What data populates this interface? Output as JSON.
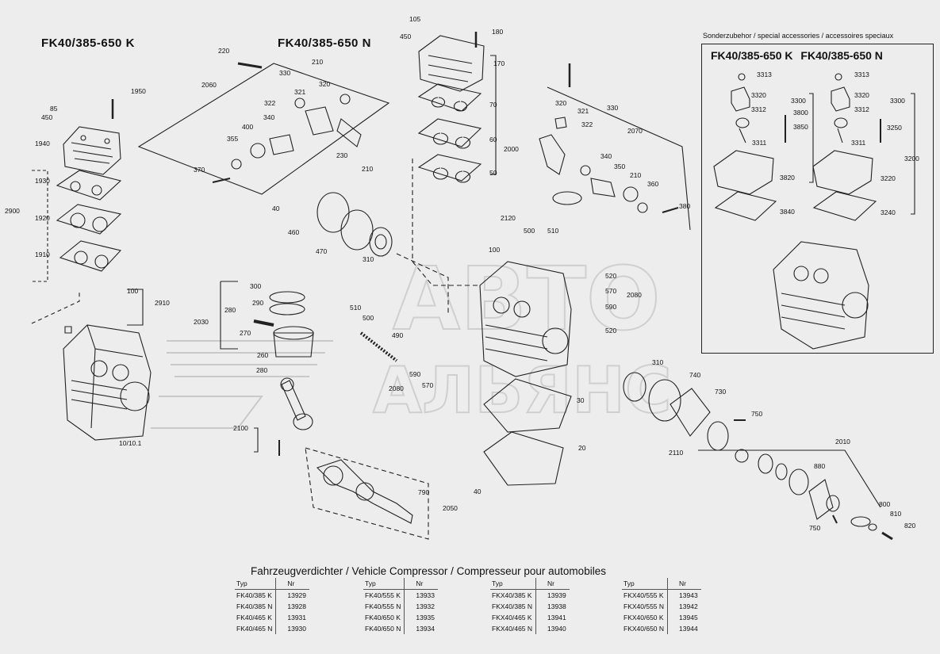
{
  "headings": {
    "left_model": "FK40/385-650 K",
    "center_model": "FK40/385-650 N"
  },
  "accessories": {
    "header": "Sonderzubehor / special accessories / accessoires speciaux",
    "model_k": "FK40/385-650 K",
    "model_n": "FK40/385-650 N"
  },
  "watermark": {
    "line1": "АВТО",
    "line2": "АЛЬЯНС"
  },
  "part_numbers": [
    "105",
    "450",
    "180",
    "220",
    "210",
    "170",
    "2060",
    "330",
    "320",
    "322",
    "321",
    "70",
    "1950",
    "85",
    "450",
    "340",
    "400",
    "355",
    "60",
    "2000",
    "1940",
    "230",
    "210",
    "50",
    "370",
    "1930",
    "40",
    "460",
    "470",
    "310",
    "2900",
    "1920",
    "1910",
    "2120",
    "500",
    "510",
    "100",
    "300",
    "290",
    "280",
    "2030",
    "270",
    "260",
    "280",
    "510",
    "500",
    "490",
    "100",
    "2910",
    "10/10.1",
    "590",
    "570",
    "2080",
    "2100",
    "30",
    "20",
    "40",
    "790",
    "2050",
    "320",
    "321",
    "330",
    "322",
    "2070",
    "340",
    "350",
    "210",
    "360",
    "380",
    "520",
    "570",
    "590",
    "2080",
    "520",
    "310",
    "740",
    "730",
    "750",
    "2110",
    "2010",
    "880",
    "800",
    "810",
    "820",
    "750",
    "3313",
    "3320",
    "3300",
    "3312",
    "3800",
    "3850",
    "3311",
    "3820",
    "3840",
    "3313",
    "3320",
    "3300",
    "3312",
    "3250",
    "3311",
    "3220",
    "3200",
    "3240"
  ],
  "vehicle_table": {
    "title": "Fahrzeugverdichter / Vehicle Compressor / Compresseur pour automobiles",
    "typ_header": "Typ",
    "nr_header": "Nr",
    "groups": [
      {
        "rows": [
          [
            "FK40/385 K",
            "13929"
          ],
          [
            "FK40/385 N",
            "13928"
          ],
          [
            "FK40/465 K",
            "13931"
          ],
          [
            "FK40/465 N",
            "13930"
          ]
        ]
      },
      {
        "rows": [
          [
            "FK40/555 K",
            "13933"
          ],
          [
            "FK40/555 N",
            "13932"
          ],
          [
            "FK40/650 K",
            "13935"
          ],
          [
            "FK40/650 N",
            "13934"
          ]
        ]
      },
      {
        "rows": [
          [
            "FKX40/385 K",
            "13939"
          ],
          [
            "FKX40/385 N",
            "13938"
          ],
          [
            "FKX40/465 K",
            "13941"
          ],
          [
            "FKX40/465 N",
            "13940"
          ]
        ]
      },
      {
        "rows": [
          [
            "FKX40/555 K",
            "13943"
          ],
          [
            "FKX40/555 N",
            "13942"
          ],
          [
            "FKX40/650 K",
            "13945"
          ],
          [
            "FKX40/650 N",
            "13944"
          ]
        ]
      }
    ]
  }
}
